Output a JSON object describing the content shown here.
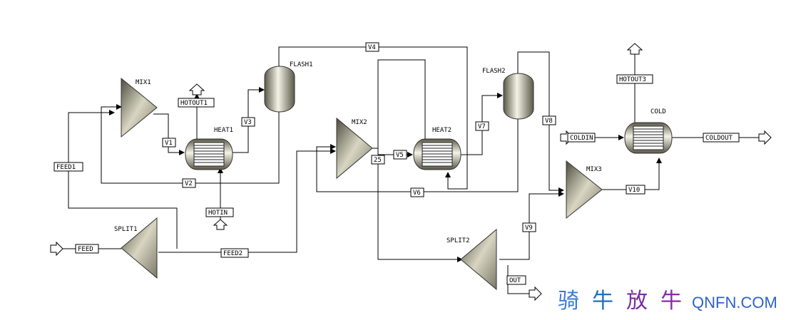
{
  "blocks": {
    "mix1": "MIX1",
    "mix2": "MIX2",
    "mix3": "MIX3",
    "heat1": "HEAT1",
    "heat2": "HEAT2",
    "flash1": "FLASH1",
    "flash2": "FLASH2",
    "split1": "SPLIT1",
    "split2": "SPLIT2",
    "cold": "COLD"
  },
  "streams": {
    "feed": "FEED",
    "feed1": "FEED1",
    "feed2": "FEED2",
    "v1": "V1",
    "v2": "V2",
    "v3": "V3",
    "v4": "V4",
    "v5": "V5",
    "v6": "V6",
    "v7": "V7",
    "v8": "V8",
    "v9": "V9",
    "v10": "V10",
    "s25": "25",
    "hotout1": "HOTOUT1",
    "hotin": "HOTIN",
    "hotout3": "HOTOUT3",
    "coldin": "COLDIN",
    "coldout": "COLDOUT",
    "out": "OUT"
  },
  "watermark": {
    "chinese": [
      "骑",
      "牛",
      "放",
      "牛"
    ],
    "site": "QNFN.COM",
    "colors": [
      "#3a7bd5",
      "#1e6fc0",
      "#7a2ea0",
      "#8a2aa8"
    ]
  }
}
